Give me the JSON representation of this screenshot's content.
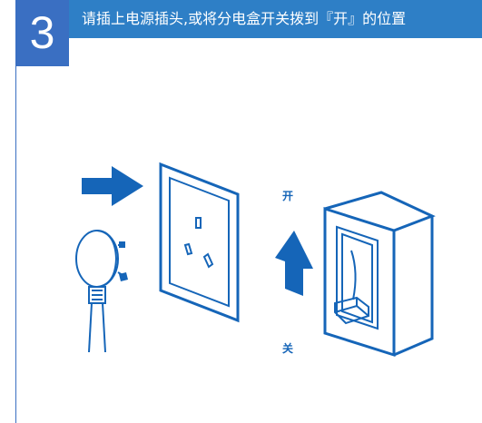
{
  "step": {
    "number": "3"
  },
  "title": {
    "text": "请插上电源插头,或将分电盒开关拨到『开』的位置"
  },
  "labels": {
    "on": "开",
    "off": "关"
  },
  "colors": {
    "accent": "#2e7fc6",
    "step_box": "#3a6fc2",
    "line_art": "#1565b8"
  }
}
